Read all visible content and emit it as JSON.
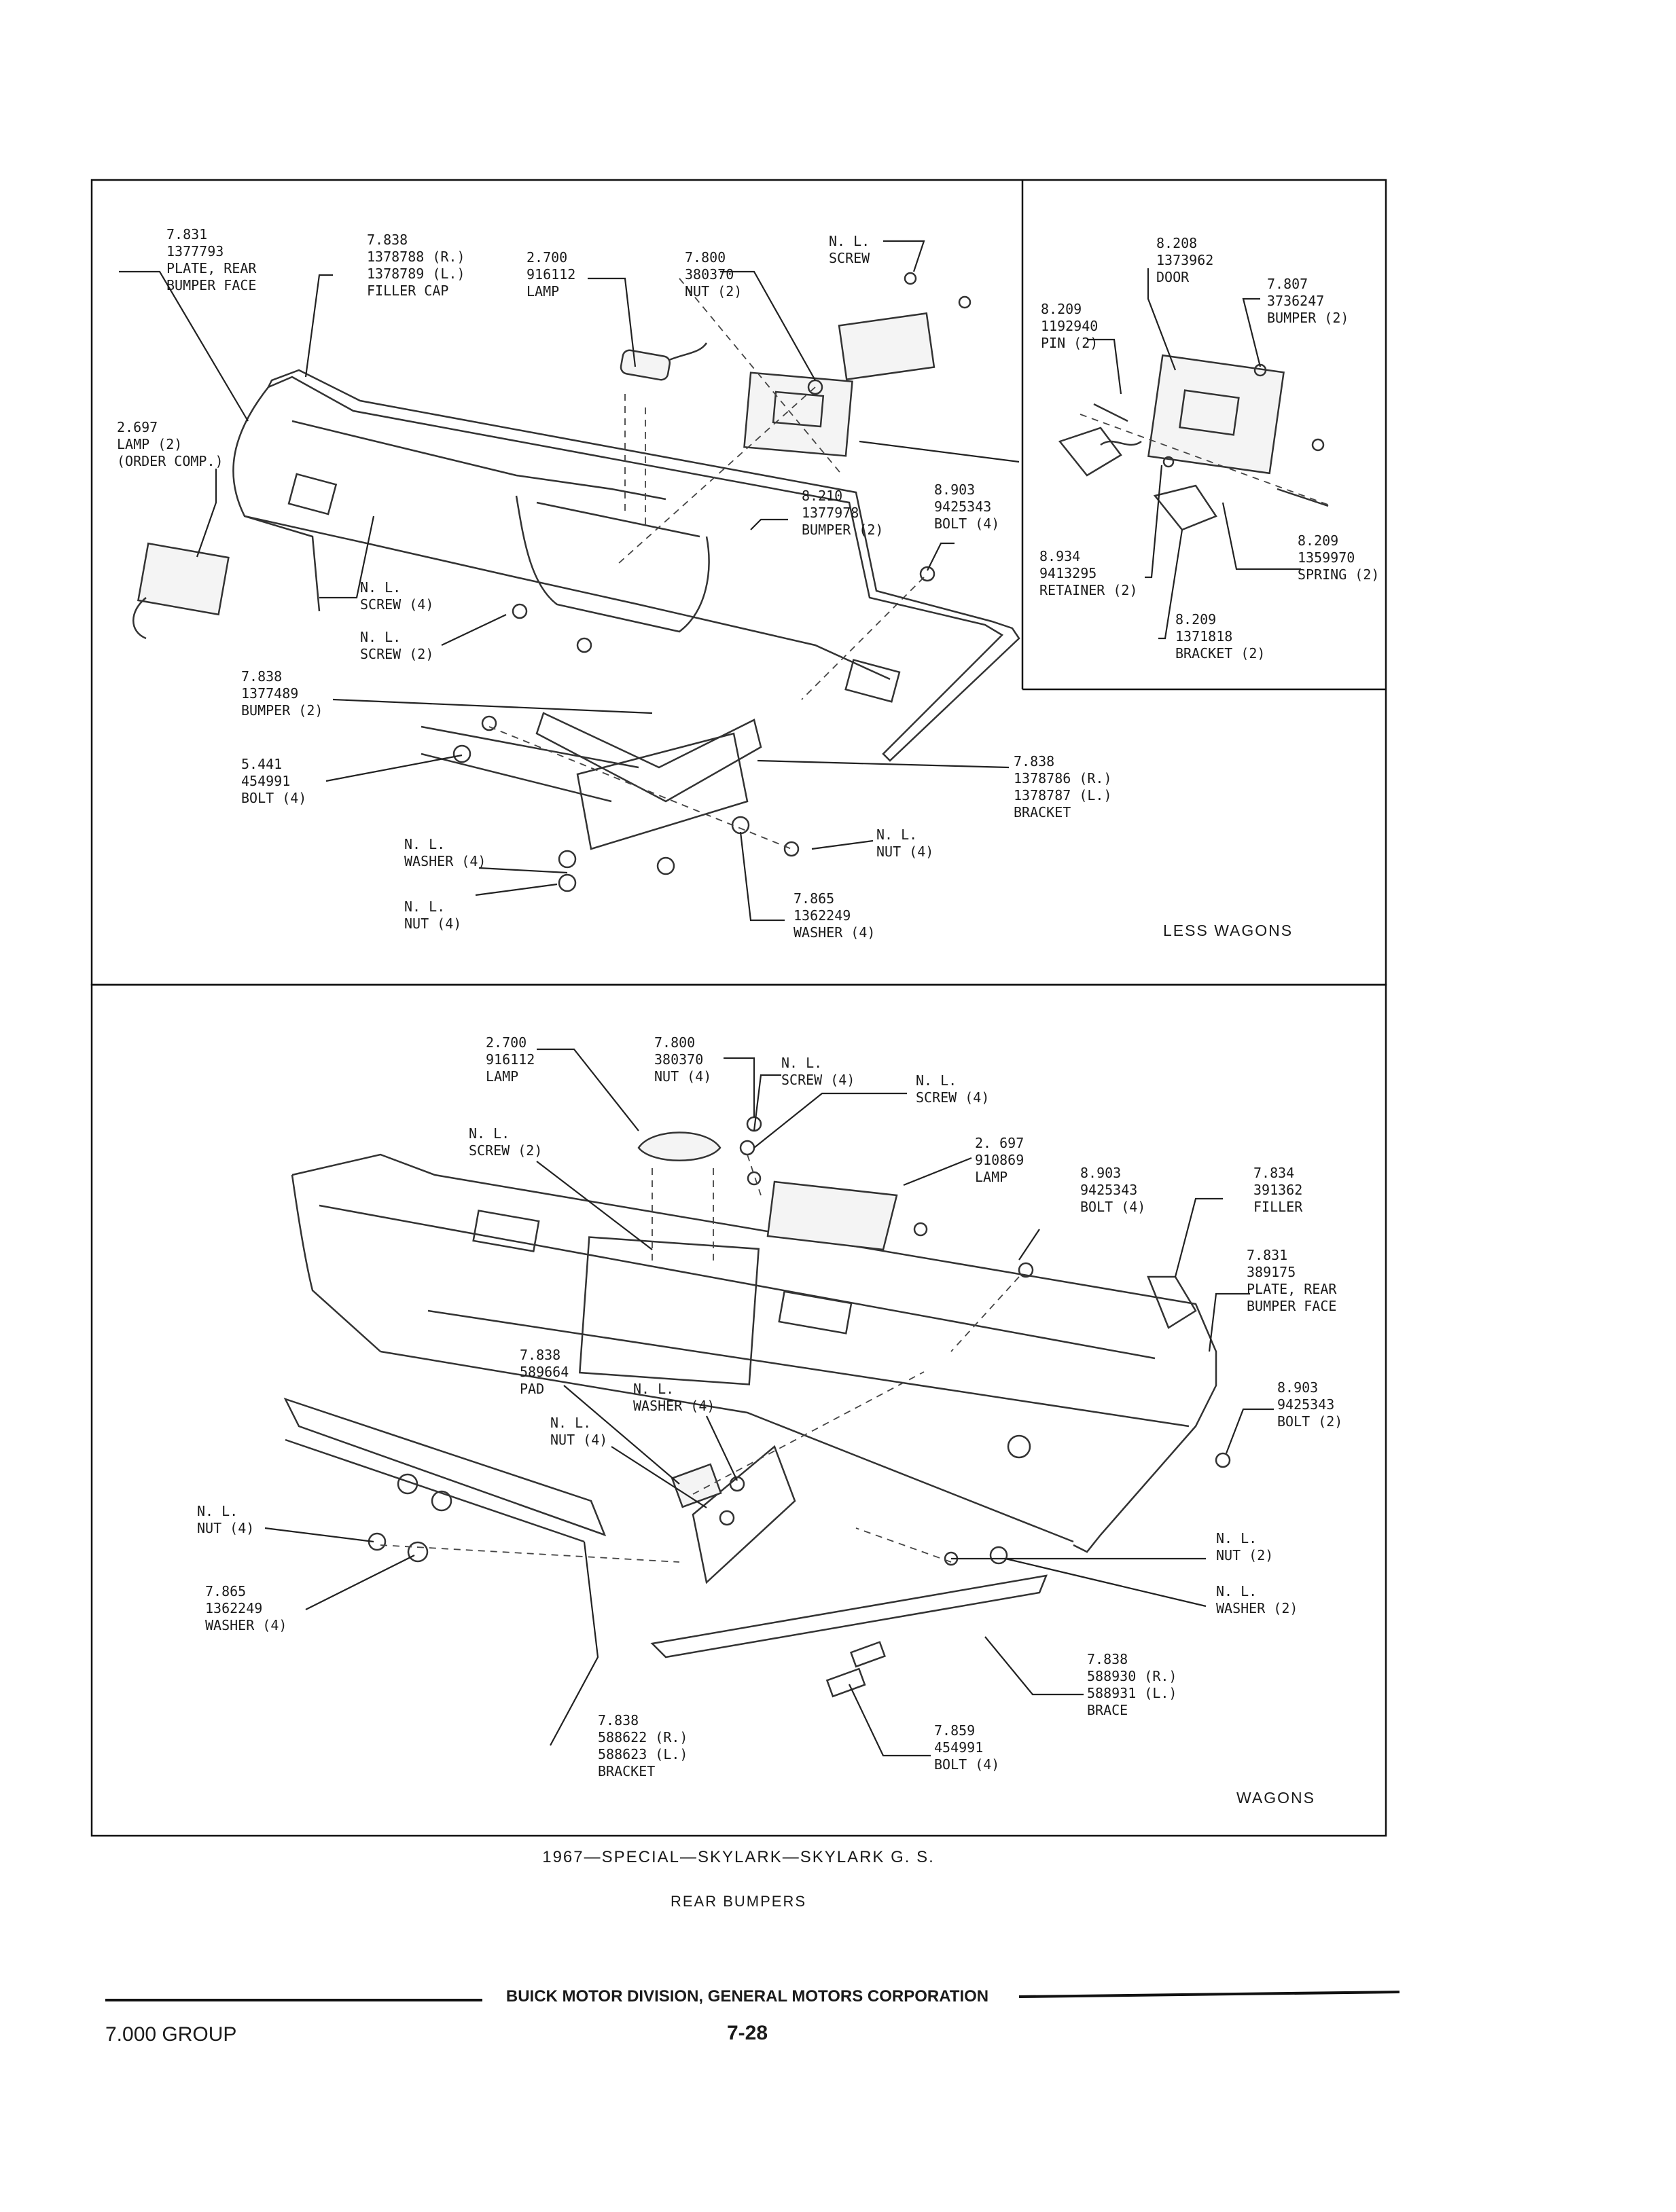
{
  "panels": {
    "less_wagons": {
      "name": "LESS WAGONS",
      "labels": [
        {
          "id": "plate-rear-bumper-face",
          "lines": [
            "7.831",
            "1377793",
            "PLATE, REAR",
            "BUMPER FACE"
          ]
        },
        {
          "id": "filler-cap",
          "lines": [
            "7.838",
            "1378788 (R.)",
            "1378789 (L.)",
            "FILLER CAP"
          ]
        },
        {
          "id": "lamp-top",
          "lines": [
            "2.700",
            "916112",
            "LAMP"
          ]
        },
        {
          "id": "nut-top",
          "lines": [
            "7.800",
            "380370",
            "NUT (2)"
          ]
        },
        {
          "id": "screw-nl-top",
          "lines": [
            "N. L.",
            "SCREW"
          ]
        },
        {
          "id": "lamp-left",
          "lines": [
            "2.697",
            "LAMP (2)",
            "(ORDER COMP.)"
          ]
        },
        {
          "id": "bumper-2-mid",
          "lines": [
            "8.210",
            "1377978",
            "BUMPER (2)"
          ]
        },
        {
          "id": "bolt-4-mid",
          "lines": [
            "8.903",
            "9425343",
            "BOLT (4)"
          ]
        },
        {
          "id": "screw-4-left",
          "lines": [
            "N. L.",
            "SCREW (4)"
          ]
        },
        {
          "id": "screw-2-left",
          "lines": [
            "N. L.",
            "SCREW (2)"
          ]
        },
        {
          "id": "bumper-2-lower",
          "lines": [
            "7.838",
            "1377489",
            "BUMPER (2)"
          ]
        },
        {
          "id": "bolt-4-left",
          "lines": [
            "5.441",
            "454991",
            "BOLT (4)"
          ]
        },
        {
          "id": "bracket-right",
          "lines": [
            "7.838",
            "1378786 (R.)",
            "1378787 (L.)",
            "BRACKET"
          ]
        },
        {
          "id": "washer-nl",
          "lines": [
            "N. L.",
            "WASHER (4)"
          ]
        },
        {
          "id": "nut-nl-right",
          "lines": [
            "N. L.",
            "NUT (4)"
          ]
        },
        {
          "id": "nut-nl-left",
          "lines": [
            "N. L.",
            "NUT (4)"
          ]
        },
        {
          "id": "washer-lower",
          "lines": [
            "7.865",
            "1362249",
            "WASHER (4)"
          ]
        }
      ]
    },
    "inset": {
      "labels": [
        {
          "id": "door",
          "lines": [
            "8.208",
            "1373962",
            "DOOR"
          ]
        },
        {
          "id": "bumper-inset",
          "lines": [
            "7.807",
            "3736247",
            "BUMPER (2)"
          ]
        },
        {
          "id": "pin",
          "lines": [
            "8.209",
            "1192940",
            "PIN (2)"
          ]
        },
        {
          "id": "spring",
          "lines": [
            "8.209",
            "1359970",
            "SPRING (2)"
          ]
        },
        {
          "id": "retainer",
          "lines": [
            "8.934",
            "9413295",
            "RETAINER (2)"
          ]
        },
        {
          "id": "bracket-inset",
          "lines": [
            "8.209",
            "1371818",
            "BRACKET (2)"
          ]
        }
      ]
    },
    "wagons": {
      "name": "WAGONS",
      "labels": [
        {
          "id": "lamp-w",
          "lines": [
            "2.700",
            "916112",
            "LAMP"
          ]
        },
        {
          "id": "nut-w",
          "lines": [
            "7.800",
            "380370",
            "NUT (4)"
          ]
        },
        {
          "id": "screw-4-w",
          "lines": [
            "N. L.",
            "SCREW (4)"
          ]
        },
        {
          "id": "screw-4-w2",
          "lines": [
            "N. L.",
            "SCREW (4)"
          ]
        },
        {
          "id": "screw-2-w",
          "lines": [
            "N. L.",
            "SCREW (2)"
          ]
        },
        {
          "id": "lamp-w2",
          "lines": [
            "2. 697",
            "910869",
            "LAMP"
          ]
        },
        {
          "id": "bolt-4-w",
          "lines": [
            "8.903",
            "9425343",
            "BOLT (4)"
          ]
        },
        {
          "id": "filler-w",
          "lines": [
            "7.834",
            "391362",
            "FILLER"
          ]
        },
        {
          "id": "plate-w",
          "lines": [
            "7.831",
            "389175",
            "PLATE, REAR",
            "BUMPER FACE"
          ]
        },
        {
          "id": "pad-w",
          "lines": [
            "7.838",
            "589664",
            "PAD"
          ]
        },
        {
          "id": "washer-4-w",
          "lines": [
            "N. L.",
            "WASHER (4)"
          ]
        },
        {
          "id": "nut-4-w",
          "lines": [
            "N. L.",
            "NUT (4)"
          ]
        },
        {
          "id": "bolt-2-w",
          "lines": [
            "8.903",
            "9425343",
            "BOLT (2)"
          ]
        },
        {
          "id": "nut-4-left-w",
          "lines": [
            "N. L.",
            "NUT (4)"
          ]
        },
        {
          "id": "washer-left-w",
          "lines": [
            "7.865",
            "1362249",
            "WASHER (4)"
          ]
        },
        {
          "id": "nut-2-w",
          "lines": [
            "N. L.",
            "NUT (2)"
          ]
        },
        {
          "id": "washer-2-w",
          "lines": [
            "N. L.",
            "WASHER (2)"
          ]
        },
        {
          "id": "brace-w",
          "lines": [
            "7.838",
            "588930 (R.)",
            "588931 (L.)",
            "BRACE"
          ]
        },
        {
          "id": "bracket-w",
          "lines": [
            "7.838",
            "588622 (R.)",
            "588623 (L.)",
            "BRACKET"
          ]
        },
        {
          "id": "bolt-4-lower-w",
          "lines": [
            "7.859",
            "454991",
            "BOLT (4)"
          ]
        }
      ]
    }
  },
  "caption": {
    "line1": "1967—SPECIAL—SKYLARK—SKYLARK G. S.",
    "line2": "REAR BUMPERS"
  },
  "footer": {
    "division": "BUICK MOTOR DIVISION, GENERAL MOTORS CORPORATION",
    "group": "7.000 GROUP",
    "page": "7-28"
  }
}
